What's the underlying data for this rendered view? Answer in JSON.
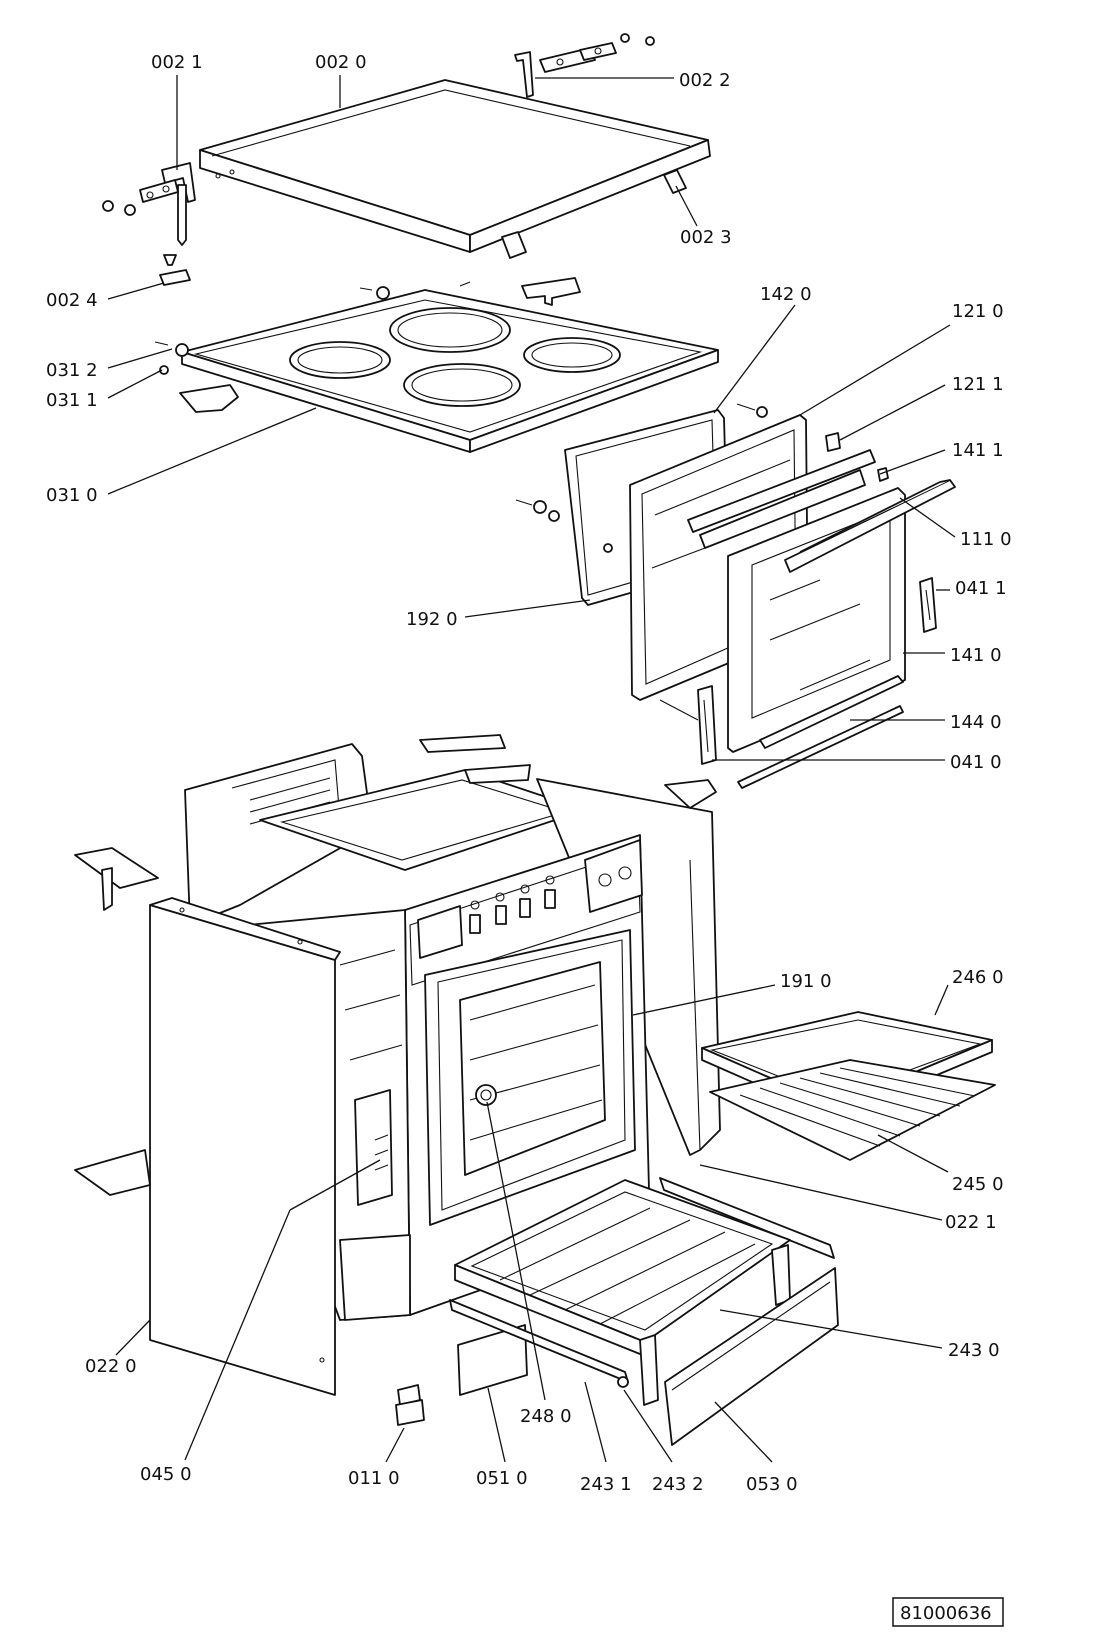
{
  "document_ref": "81000636",
  "callouts": [
    {
      "id": "c0021",
      "text": "002 1"
    },
    {
      "id": "c0020",
      "text": "002 0"
    },
    {
      "id": "c0022",
      "text": "002 2"
    },
    {
      "id": "c0023",
      "text": "002 3"
    },
    {
      "id": "c0024",
      "text": "002 4"
    },
    {
      "id": "c0312",
      "text": "031 2"
    },
    {
      "id": "c0311",
      "text": "031 1"
    },
    {
      "id": "c0310",
      "text": "031 0"
    },
    {
      "id": "c1420",
      "text": "142 0"
    },
    {
      "id": "c1210",
      "text": "121 0"
    },
    {
      "id": "c1211",
      "text": "121 1"
    },
    {
      "id": "c1411",
      "text": "141 1"
    },
    {
      "id": "c1110",
      "text": "111 0"
    },
    {
      "id": "c0411",
      "text": "041 1"
    },
    {
      "id": "c1920",
      "text": "192 0"
    },
    {
      "id": "c1410",
      "text": "141 0"
    },
    {
      "id": "c1440",
      "text": "144 0"
    },
    {
      "id": "c0410",
      "text": "041 0"
    },
    {
      "id": "c1910",
      "text": "191 0"
    },
    {
      "id": "c2460",
      "text": "246 0"
    },
    {
      "id": "c2450",
      "text": "245 0"
    },
    {
      "id": "c0221",
      "text": "022 1"
    },
    {
      "id": "c2430",
      "text": "243 0"
    },
    {
      "id": "c0220",
      "text": "022 0"
    },
    {
      "id": "c2480",
      "text": "248 0"
    },
    {
      "id": "c0450",
      "text": "045 0"
    },
    {
      "id": "c0110",
      "text": "011 0"
    },
    {
      "id": "c0510",
      "text": "051 0"
    },
    {
      "id": "c2431",
      "text": "243 1"
    },
    {
      "id": "c2432",
      "text": "243 2"
    },
    {
      "id": "c0530",
      "text": "053 0"
    }
  ]
}
